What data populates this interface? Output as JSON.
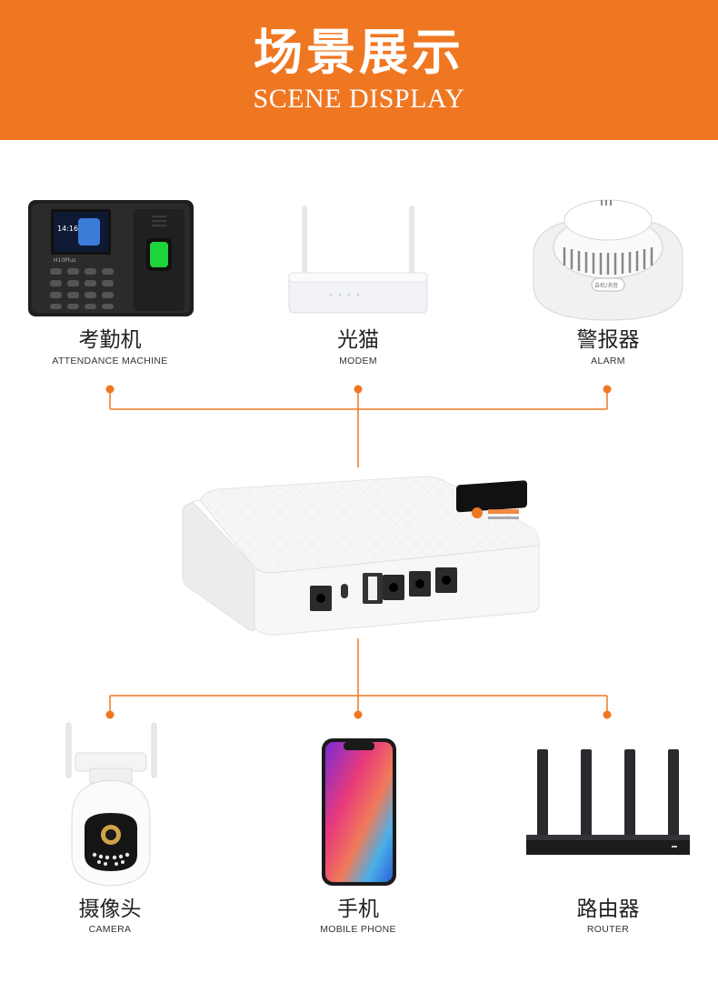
{
  "header": {
    "title": "场景展示",
    "subtitle": "SCENE DISPLAY"
  },
  "colors": {
    "accent": "#f07722",
    "line": "#f07722"
  },
  "devices_top": [
    {
      "name_cn": "考勤机",
      "name_en": "ATTENDANCE MACHINE",
      "icon": "attendance-machine-icon"
    },
    {
      "name_cn": "光猫",
      "name_en": "MODEM",
      "icon": "modem-icon"
    },
    {
      "name_cn": "警报器",
      "name_en": "ALARM",
      "icon": "alarm-icon"
    }
  ],
  "devices_bottom": [
    {
      "name_cn": "摄像头",
      "name_en": "CAMERA",
      "icon": "camera-icon"
    },
    {
      "name_cn": "手机",
      "name_en": "MOBILE PHONE",
      "icon": "mobile-phone-icon"
    },
    {
      "name_cn": "路由器",
      "name_en": "ROUTER",
      "icon": "router-icon"
    }
  ],
  "center_device": {
    "icon": "mini-ups-power-bank-icon"
  }
}
